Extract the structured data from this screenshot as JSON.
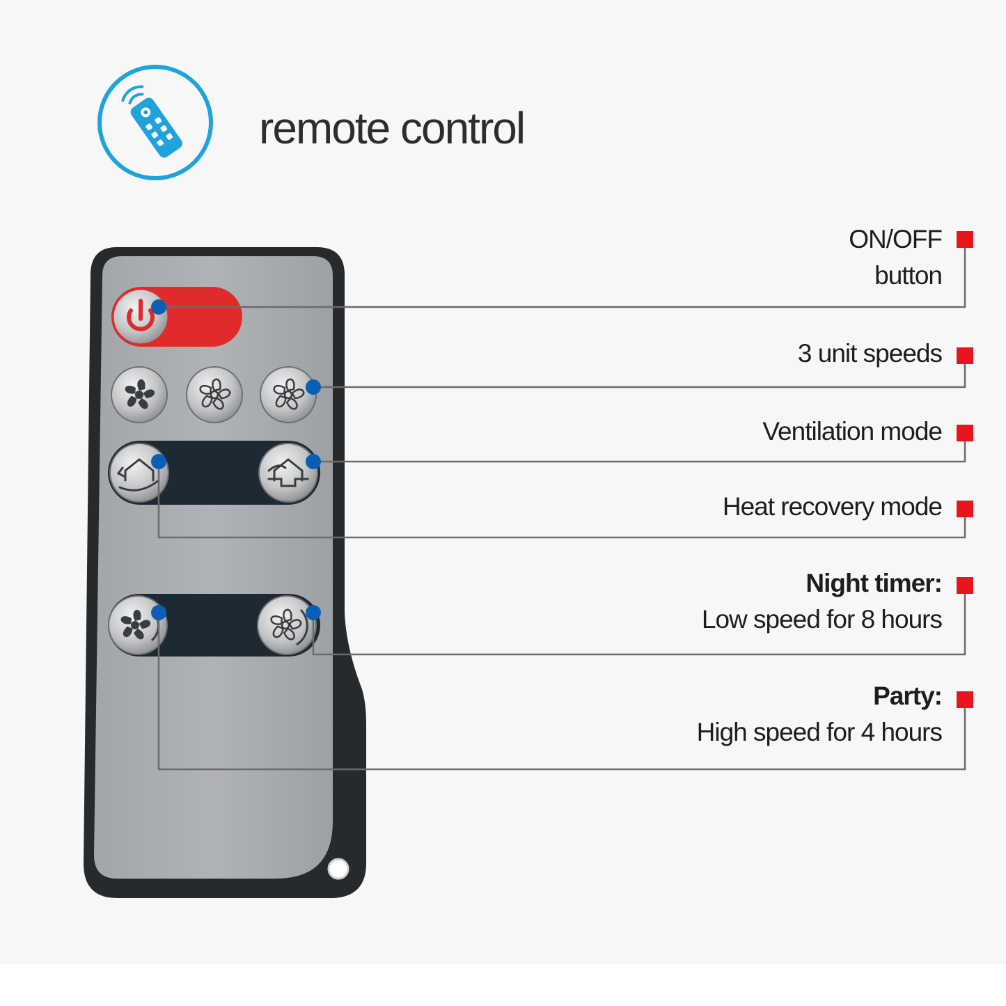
{
  "header": {
    "title": "remote control",
    "icon": "remote-control-icon",
    "accent_color": "#1ea3dc"
  },
  "remote": {
    "body_color": "#262a2c",
    "face_color": "#a8abae",
    "power_accent": "#e02a2b",
    "buttons": [
      {
        "name": "power-button",
        "icon": "power-icon"
      },
      {
        "name": "speed-1-button",
        "icon": "fan-icon"
      },
      {
        "name": "speed-2-button",
        "icon": "fan-icon"
      },
      {
        "name": "speed-3-button",
        "icon": "fan-icon"
      },
      {
        "name": "ventilation-mode-button",
        "icon": "house-airflow-icon"
      },
      {
        "name": "heat-recovery-mode-button",
        "icon": "house-airflow-icon"
      },
      {
        "name": "night-timer-button",
        "icon": "fan-timer-icon"
      },
      {
        "name": "party-button",
        "icon": "fan-timer-icon"
      }
    ]
  },
  "callouts": [
    {
      "id": "onoff",
      "line1": "ON/OFF",
      "line2": "button"
    },
    {
      "id": "speeds",
      "line1": "3 unit speeds"
    },
    {
      "id": "ventilation",
      "line1": "Ventilation mode"
    },
    {
      "id": "heat",
      "line1": "Heat recovery mode"
    },
    {
      "id": "night",
      "title": "Night timer:",
      "line1": "Low speed for 8 hours"
    },
    {
      "id": "party",
      "title": "Party:",
      "line1": "High speed for 4 hours"
    }
  ],
  "colors": {
    "marker": "#e8161c",
    "dot": "#0a5fb4",
    "leader_line": "#6b6b6b"
  }
}
